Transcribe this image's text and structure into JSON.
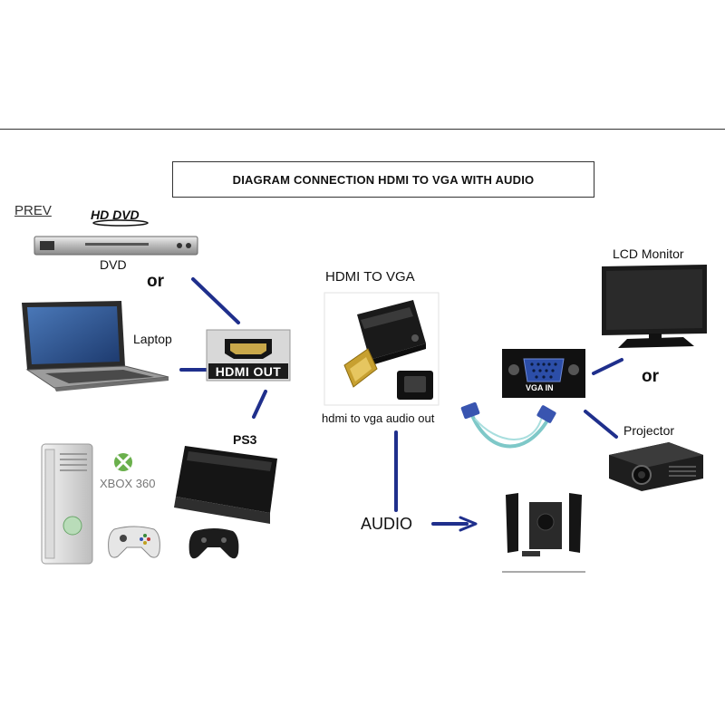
{
  "title": "DIAGRAM CONNECTION HDMI TO VGA WITH AUDIO",
  "prev_label": "PREV",
  "hddvd_logo": "HD DVD",
  "labels": {
    "dvd": "DVD",
    "or_1": "or",
    "laptop": "Laptop",
    "hdmi_out": "HDMI OUT",
    "ps3": "PS3",
    "xbox": "XBOX 360",
    "hdmi_to_vga": "HDMI TO VGA",
    "adapter_caption": "hdmi to vga audio out",
    "audio": "AUDIO",
    "lcd_monitor": "LCD Monitor",
    "vga_in": "VGA IN",
    "or_2": "or",
    "projector": "Projector"
  },
  "colors": {
    "connector_line": "#1f2f8c",
    "cable_teal": "#7ec8c8",
    "device_dark": "#1c1c1c",
    "laptop_screen": "#2a4f8f"
  }
}
